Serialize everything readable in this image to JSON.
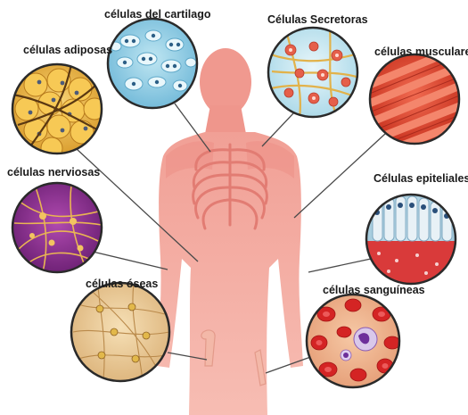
{
  "labels": {
    "adipose": "células adiposas",
    "cartilage": "células del cartilago",
    "secretory": "Células Secretoras",
    "muscle": "células musculares",
    "nerve": "células nerviosas",
    "epithelial": "Células epiteliales",
    "bone": "células óseas",
    "blood": "células sanguíneas"
  },
  "colors": {
    "body": "#f4a79d",
    "body_shade": "#ec8f86",
    "rib": "#e27c73",
    "leader": "#4a4a4a"
  }
}
